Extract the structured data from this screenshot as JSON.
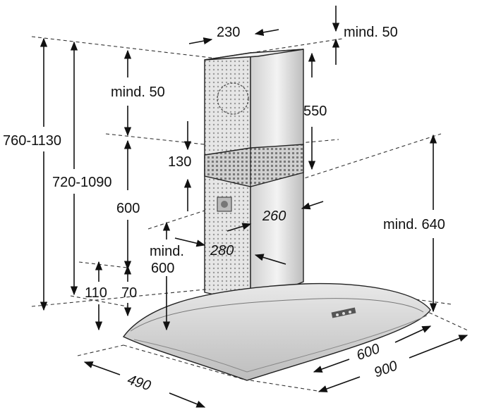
{
  "diagram": {
    "dimensions": {
      "chimney_width": "230",
      "top_clearance": "mind. 50",
      "left_clearance": "mind. 50",
      "upper_chimney": "550",
      "overall_height_outer": "760-1130",
      "overall_height_inner": "720-1090",
      "filter_band": "130",
      "lower_chimney": "600",
      "hob_clearance": "mind. 640",
      "chimney_side_depth": "260",
      "chimney_front_depth": "280",
      "canopy_clearance_line1": "mind.",
      "canopy_clearance_line2": "600",
      "canopy_height": "110",
      "canopy_edge": "70",
      "hood_depth": "490",
      "hood_width_inner": "600",
      "hood_width_outer": "900"
    },
    "colors": {
      "line": "#111111",
      "stainless": "#d9d9d9",
      "stainless_dark": "#a8a8a8",
      "mesh": "#c8c8c8"
    }
  }
}
